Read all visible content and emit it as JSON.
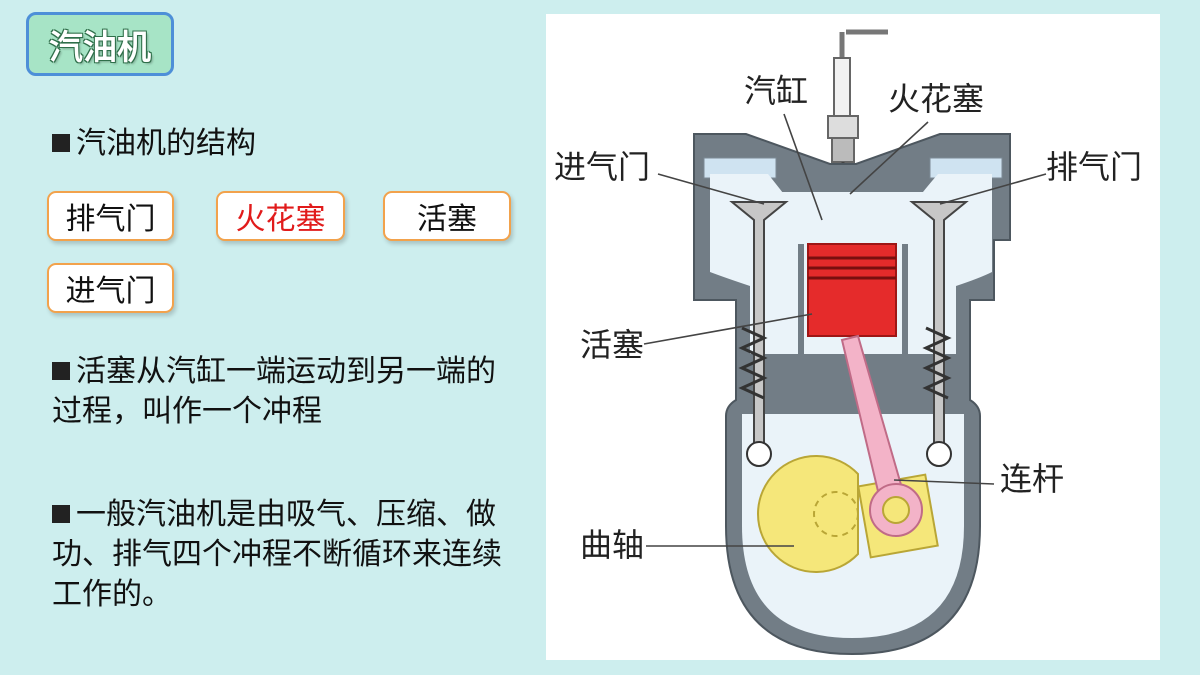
{
  "slide": {
    "title": "汽油机",
    "sections": [
      {
        "bullet": "■",
        "text": "汽油机的结构"
      },
      {
        "bullet": "■",
        "text": "活塞从汽缸一端运动到另一端的过程，叫作一个冲程"
      },
      {
        "bullet": "■",
        "text": "一般汽油机是由吸气、压缩、做功、排气四个冲程不断循环来连续工作的。"
      }
    ],
    "chips": [
      {
        "label": "排气门",
        "state": "normal"
      },
      {
        "label": "火花塞",
        "state": "highlighted"
      },
      {
        "label": "活塞",
        "state": "normal"
      },
      {
        "label": "进气门",
        "state": "normal"
      }
    ]
  },
  "diagram": {
    "labels": {
      "cylinder": "汽缸",
      "spark_plug": "火花塞",
      "intake_valve": "进气门",
      "exhaust_valve": "排气门",
      "piston": "活塞",
      "connecting_rod": "连杆",
      "crankshaft": "曲轴"
    }
  },
  "colors": {
    "background": "#cdeeee",
    "title_badge_fill": "#a7e4c6",
    "title_badge_border": "#4d8fd8",
    "chip_border": "#f2a24c",
    "highlight_text": "#e11b1b",
    "engine_body": "#707b84",
    "cavity": "#eaf3f9",
    "piston": "#e52b2b",
    "connecting_rod": "#f3b3c8",
    "crank": "#f5e77a"
  }
}
